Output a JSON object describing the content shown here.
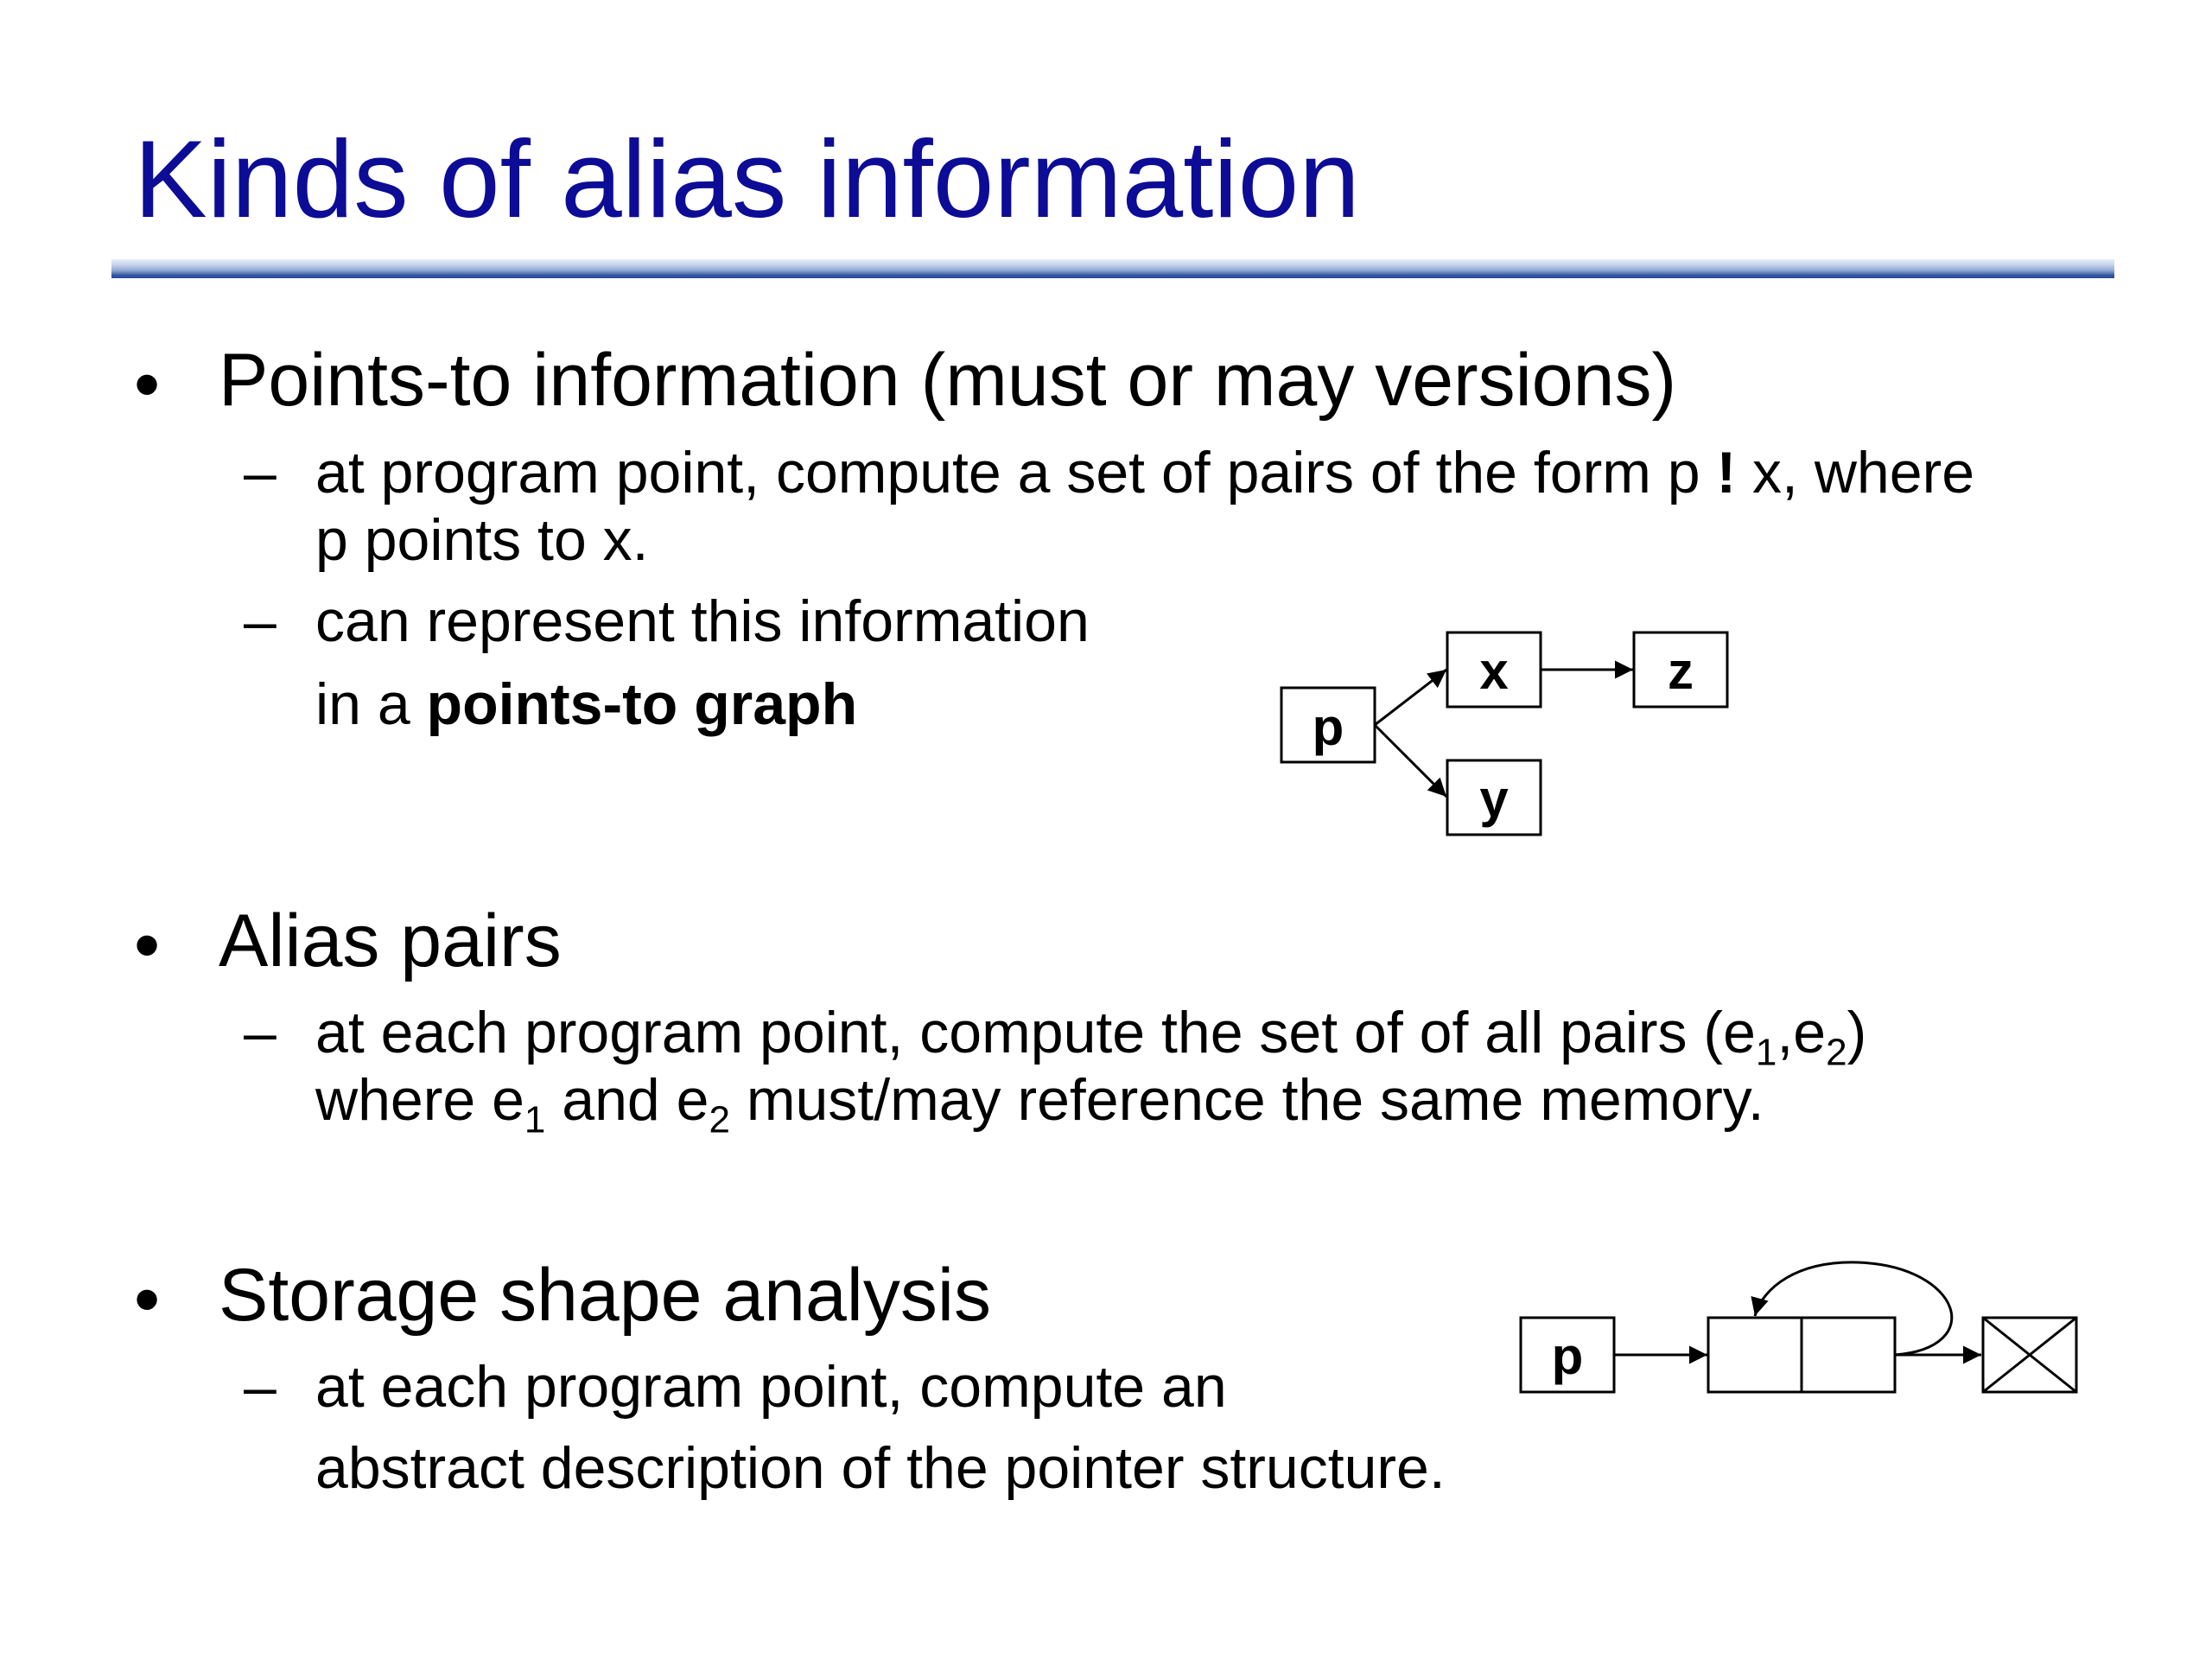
{
  "slide": {
    "title": "Kinds of alias information",
    "bullet_marker": "•",
    "dash_marker": "–"
  },
  "points_to": {
    "heading": "Points-to information (must or may versions)",
    "sub1": {
      "line1_pre": "at program point, compute a set of pairs of the form p ",
      "line1_symbol": "!",
      "line1_post": " x, where",
      "line2": "p points to x."
    },
    "sub2": {
      "line1": "can represent this information",
      "line2_pre": "in a ",
      "line2_bold": "points-to graph"
    },
    "graph": {
      "nodes": [
        "p",
        "x",
        "z",
        "y"
      ],
      "edges": [
        [
          "p",
          "x"
        ],
        [
          "p",
          "y"
        ],
        [
          "x",
          "z"
        ]
      ]
    }
  },
  "alias_pairs": {
    "heading": "Alias pairs",
    "sub1": {
      "line1_pre": "at each program point, compute the set of of all pairs (e",
      "sub_1": "1",
      "line1_mid": ",e",
      "sub_2": "2",
      "line1_post": ")",
      "line2_pre": "where e",
      "line2_sub1": "1",
      "line2_mid": " and e",
      "line2_sub2": "2",
      "line2_post": " must/may reference the same memory."
    }
  },
  "shape": {
    "heading": "Storage shape analysis",
    "sub1": {
      "line1": "at each program point, compute an",
      "line2": "abstract description of the pointer structure."
    },
    "diagram": {
      "pointer_label": "p",
      "cells": 2,
      "self_loop": true,
      "terminator": "null"
    }
  }
}
